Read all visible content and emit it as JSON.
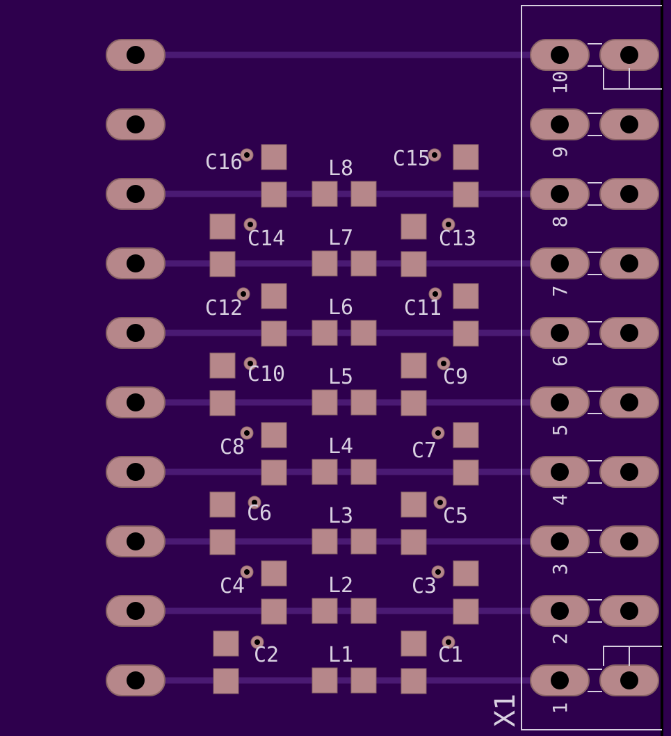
{
  "colors": {
    "board": "#2e004d",
    "board_edge": "#000000",
    "copper": "#b6878a",
    "copper_edge": "#8a6466",
    "trace": "#4a1a73",
    "silk": "#d8d0e0",
    "drill": "#000000",
    "via_ring": "#b6878a"
  },
  "connector": {
    "name": "X1",
    "pins": [
      "1",
      "2",
      "3",
      "4",
      "5",
      "6",
      "7",
      "8",
      "9",
      "10"
    ]
  },
  "capacitor_labels": [
    "C1",
    "C2",
    "C3",
    "C4",
    "C5",
    "C6",
    "C7",
    "C8",
    "C9",
    "C10",
    "C11",
    "C12",
    "C13",
    "C14",
    "C15",
    "C16"
  ],
  "inductor_labels": [
    "L1",
    "L2",
    "L3",
    "L4",
    "L5",
    "L6",
    "L7",
    "L8"
  ]
}
